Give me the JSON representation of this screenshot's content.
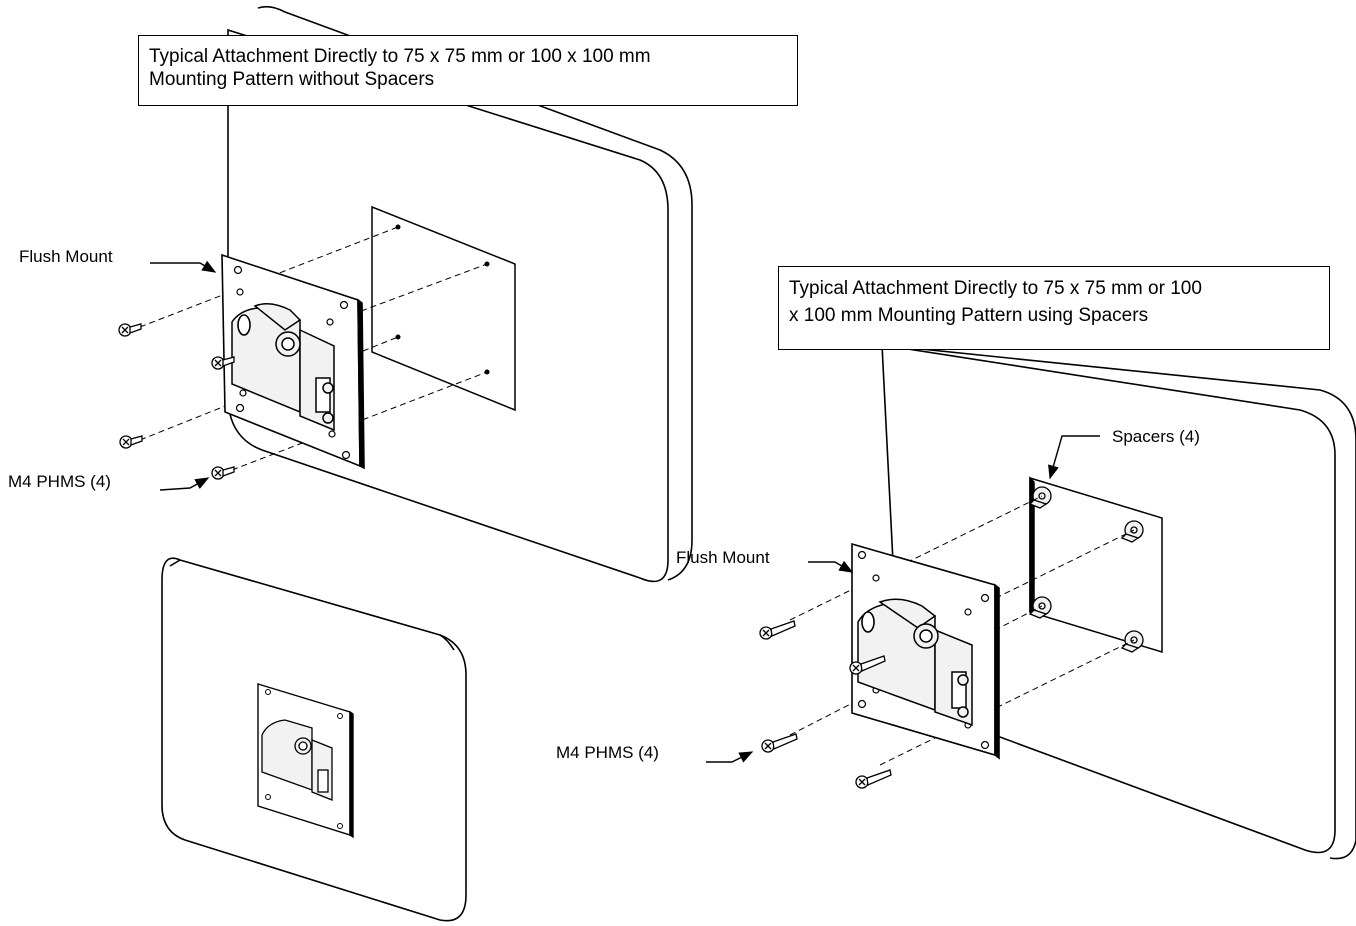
{
  "captions": {
    "left": {
      "line1": "Typical Attachment Directly to 75 x 75 mm or 100 x 100 mm",
      "line2": "Mounting Pattern without Spacers"
    },
    "right": {
      "line1": "Typical Attachment Directly to 75 x 75 mm or 100",
      "line2": "x 100 mm Mounting Pattern using Spacers"
    }
  },
  "callouts": {
    "left_flush_mount": "Flush Mount",
    "left_screws": "M4 PHMS (4)",
    "right_flush_mount": "Flush Mount",
    "right_screws": "M4 PHMS (4)",
    "spacers": "Spacers (4)"
  },
  "colors": {
    "line": "#000000",
    "panel_fill": "#ffffff",
    "part_fill": "#f2f2f2"
  },
  "icons": [
    "screw-icon",
    "spacer-icon",
    "arrow-icon"
  ]
}
